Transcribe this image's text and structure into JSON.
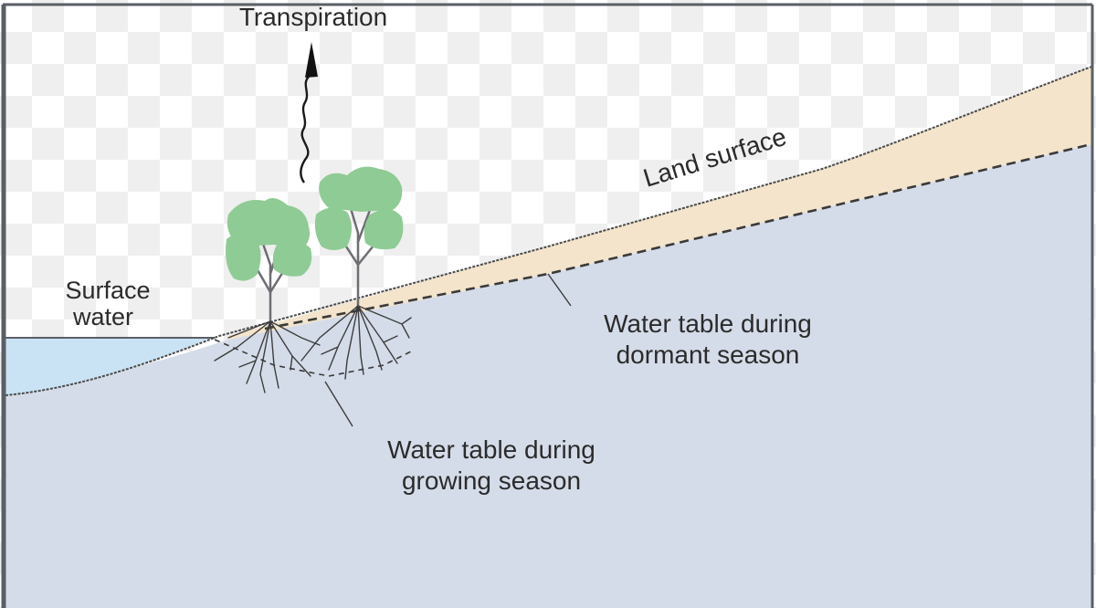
{
  "diagram": {
    "title": "Transpiration and seasonal water table near surface water",
    "labels": {
      "transpiration": "Transpiration",
      "land_surface": "Land surface",
      "surface_water_line1": "Surface",
      "surface_water_line2": "water",
      "dormant_line1": "Water table during",
      "dormant_line2": "dormant season",
      "growing_line1": "Water table during",
      "growing_line2": "growing season"
    },
    "colors": {
      "sky_checker_light": "#ffffff",
      "sky_checker_dark": "#efefef",
      "unsaturated_zone": "#f3e4cb",
      "saturated_zone": "#d5dce9",
      "surface_water": "#c9e3f5",
      "foliage": "#8fcb95",
      "line": "#3a3a3a",
      "frame": "#5a5f66"
    },
    "icons": {
      "transpiration_arrow": "wavy-up-arrow-icon",
      "trees": "tree-icon"
    }
  }
}
